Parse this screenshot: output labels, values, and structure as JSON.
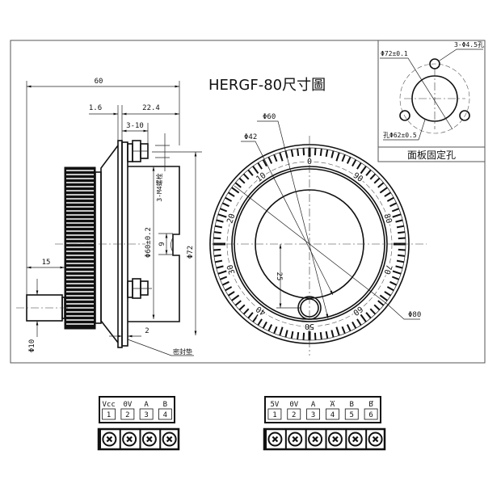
{
  "title": "HERGF-80尺寸圖",
  "side_view": {
    "dim_total": "60",
    "dim_plate": "1.6",
    "dim_body": "22.4",
    "dim_screw": "3-10",
    "dim_thread": "3-M4螺栓",
    "dim_inner_dia": "Φ60±0.2",
    "dim_notch": "9",
    "dim_outer_dia": "Φ72",
    "dim_handle": "15",
    "dim_handle_dia": "Φ10",
    "dim_gasket": "2",
    "gasket_label": "密封垫"
  },
  "front_view": {
    "dim_60": "Φ60",
    "dim_42": "Φ42",
    "dim_80": "Φ80",
    "dim_25": "25",
    "scale_numbers": [
      "0",
      "10",
      "20",
      "30",
      "40",
      "50",
      "60",
      "70",
      "80",
      "90"
    ]
  },
  "panel_inset": {
    "dim_outer": "Φ72±0.1",
    "dim_holes": "3-Φ4.5孔",
    "dim_hole_circle": "孔Φ62±0.5",
    "caption": "面板固定孔"
  },
  "terminals_4": {
    "labels": [
      "Vcc",
      "0V",
      "A",
      "B"
    ],
    "numbers": [
      "1",
      "2",
      "3",
      "4"
    ]
  },
  "terminals_6": {
    "labels": [
      "5V",
      "0V",
      "A",
      "A",
      "B",
      "B"
    ],
    "overline": [
      false,
      false,
      false,
      true,
      false,
      true
    ],
    "numbers": [
      "1",
      "2",
      "3",
      "4",
      "5",
      "6"
    ]
  }
}
